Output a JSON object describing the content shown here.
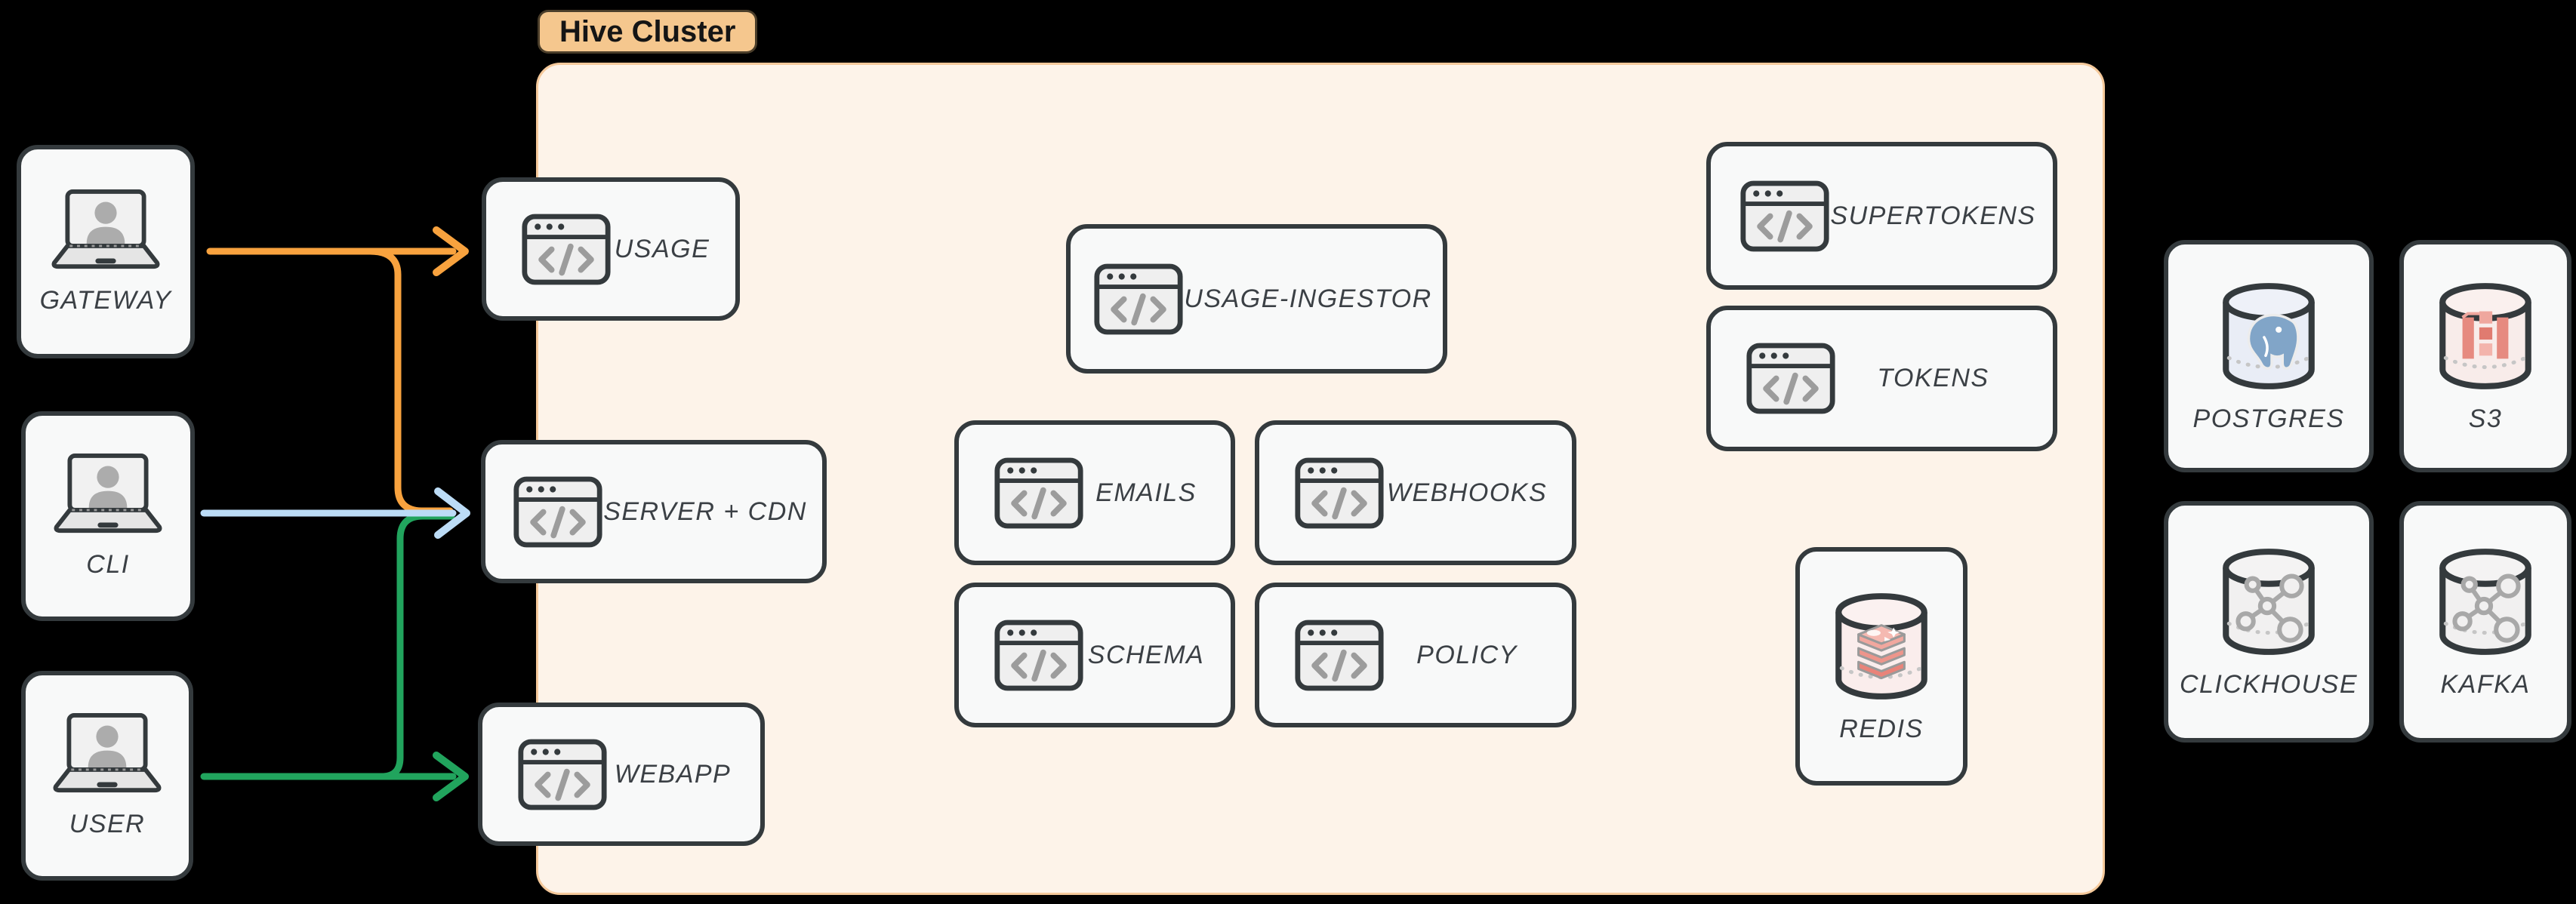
{
  "diagram": {
    "cluster_label": "Hive Cluster",
    "background": "#000000"
  },
  "nodes": {
    "gateway": {
      "label": "GATEWAY",
      "icon": "laptop-user-icon"
    },
    "cli": {
      "label": "CLI",
      "icon": "laptop-user-icon"
    },
    "user": {
      "label": "USER",
      "icon": "laptop-user-icon"
    },
    "usage": {
      "label": "USAGE",
      "icon": "browser-code-icon"
    },
    "server_cdn": {
      "label": "SERVER + CDN",
      "icon": "browser-code-icon"
    },
    "webapp": {
      "label": "WEBAPP",
      "icon": "browser-code-icon"
    },
    "usage_ingestor": {
      "label": "USAGE-INGESTOR",
      "icon": "browser-code-icon"
    },
    "emails": {
      "label": "EMAILS",
      "icon": "browser-code-icon"
    },
    "webhooks": {
      "label": "WEBHOOKS",
      "icon": "browser-code-icon"
    },
    "schema": {
      "label": "SCHEMA",
      "icon": "browser-code-icon"
    },
    "policy": {
      "label": "POLICY",
      "icon": "browser-code-icon"
    },
    "supertokens": {
      "label": "SUPERTOKENS",
      "icon": "browser-code-icon"
    },
    "tokens": {
      "label": "TOKENS",
      "icon": "browser-code-icon"
    },
    "redis": {
      "label": "REDIS",
      "icon": "database-cylinder-redis-icon"
    },
    "postgres": {
      "label": "POSTGRES",
      "icon": "database-cylinder-postgres-icon"
    },
    "s3": {
      "label": "S3",
      "icon": "database-cylinder-s3-icon"
    },
    "clickhouse": {
      "label": "CLICKHOUSE",
      "icon": "database-cylinder-molecule-icon"
    },
    "kafka": {
      "label": "KAFKA",
      "icon": "database-cylinder-molecule-icon"
    }
  },
  "edges": [
    {
      "from": "GATEWAY",
      "to": "USAGE",
      "color": "#F8A23E"
    },
    {
      "from": "GATEWAY",
      "to": "SERVER + CDN",
      "color": "#F8A23E"
    },
    {
      "from": "CLI",
      "to": "SERVER + CDN",
      "color": "#BCDCF6"
    },
    {
      "from": "USER",
      "to": "SERVER + CDN",
      "color": "#21A45D"
    },
    {
      "from": "USER",
      "to": "WEBAPP",
      "color": "#21A45D"
    }
  ],
  "colors": {
    "background": "#000000",
    "node_fill": "#F8F9F9",
    "node_border": "#343A3D",
    "cluster_fill": "#FDF3E9",
    "cluster_border": "#F5C99B",
    "badge_fill": "#F5C78E",
    "label_text": "#3B4045",
    "arrow_orange": "#F8A23E",
    "arrow_blue": "#BCDCF6",
    "arrow_green": "#21A45D"
  }
}
